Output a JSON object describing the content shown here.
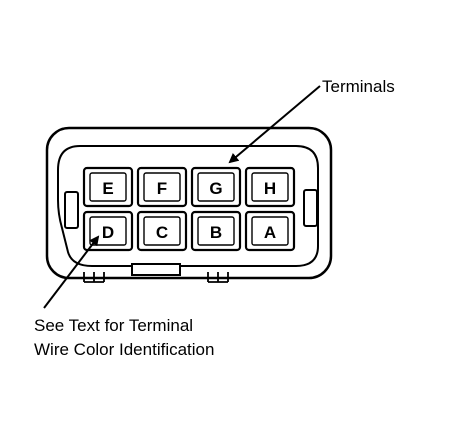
{
  "labels": {
    "terminals": "Terminals",
    "note_line1": "See Text for Terminal",
    "note_line2": "Wire Color Identification"
  },
  "terminals": {
    "top_row": [
      "E",
      "F",
      "G",
      "H"
    ],
    "bottom_row": [
      "D",
      "C",
      "B",
      "A"
    ]
  },
  "colors": {
    "ink": "#000000",
    "paper": "#ffffff"
  }
}
